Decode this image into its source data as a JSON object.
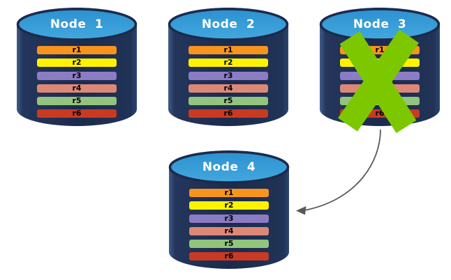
{
  "colors": {
    "background": "#FFFFFF",
    "cylinder_body": "#1B2B4D",
    "cylinder_body_highlight": "#3F5D8A",
    "cylinder_top": "#2E9AD5",
    "node_label_text": "#FFFFFF",
    "row_label_text": "#000000",
    "failure_x": "#7CC700",
    "arrow": "#595959"
  },
  "nodes": [
    {
      "label": "Node 1",
      "status": "healthy",
      "rows": [
        {
          "label": "r1",
          "color": "#F7941E"
        },
        {
          "label": "r2",
          "color": "#FFF200"
        },
        {
          "label": "r3",
          "color": "#8C7CC4"
        },
        {
          "label": "r4",
          "color": "#DD8877"
        },
        {
          "label": "r5",
          "color": "#93C47D"
        },
        {
          "label": "r6",
          "color": "#C93A22"
        }
      ]
    },
    {
      "label": "Node 2",
      "status": "healthy",
      "rows": [
        {
          "label": "r1",
          "color": "#F7941E"
        },
        {
          "label": "r2",
          "color": "#FFF200"
        },
        {
          "label": "r3",
          "color": "#8C7CC4"
        },
        {
          "label": "r4",
          "color": "#DD8877"
        },
        {
          "label": "r5",
          "color": "#93C47D"
        },
        {
          "label": "r6",
          "color": "#C93A22"
        }
      ]
    },
    {
      "label": "Node 3",
      "status": "failed",
      "rows": [
        {
          "label": "r1",
          "color": "#F7941E"
        },
        {
          "label": "r2",
          "color": "#FFF200"
        },
        {
          "label": "r3",
          "color": "#8C7CC4"
        },
        {
          "label": "r4",
          "color": "#DD8877"
        },
        {
          "label": "r5",
          "color": "#93C47D"
        },
        {
          "label": "r6",
          "color": "#C93A22"
        }
      ]
    },
    {
      "label": "Node 4",
      "status": "healthy",
      "rows": [
        {
          "label": "r1",
          "color": "#F7941E"
        },
        {
          "label": "r2",
          "color": "#FFF200"
        },
        {
          "label": "r3",
          "color": "#8C7CC4"
        },
        {
          "label": "r4",
          "color": "#DD8877"
        },
        {
          "label": "r5",
          "color": "#93C47D"
        },
        {
          "label": "r6",
          "color": "#C93A22"
        }
      ]
    }
  ],
  "annotations": {
    "failure_x_node": "Node 3",
    "arrow": {
      "from": "Node 3",
      "to": "Node 4"
    }
  }
}
